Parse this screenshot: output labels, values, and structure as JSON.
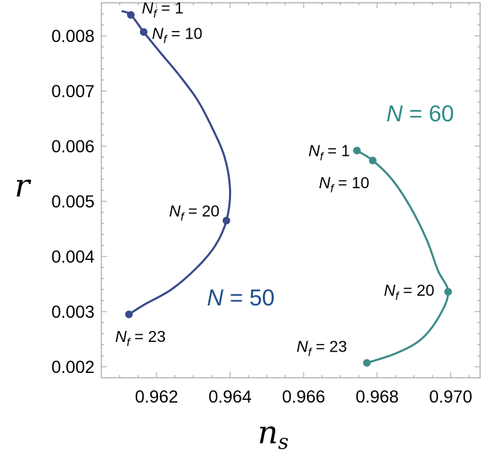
{
  "chart_data": {
    "type": "line",
    "xlabel": "n",
    "xlabel_sub": "s",
    "ylabel": "r",
    "xlim": [
      0.9605,
      0.9708
    ],
    "ylim": [
      0.0018,
      0.0086
    ],
    "xticks": [
      "0.962",
      "0.964",
      "0.966",
      "0.968",
      "0.970"
    ],
    "yticks": [
      "0.002",
      "0.003",
      "0.004",
      "0.005",
      "0.006",
      "0.007",
      "0.008"
    ],
    "grid": false,
    "series": [
      {
        "name": "N = 50",
        "label_parts": [
          "N",
          " = 50"
        ],
        "color": "#3a4a8a",
        "label_color": "#1f4e8c",
        "curve": [
          [
            0.96105,
            0.00845
          ],
          [
            0.9613,
            0.00838
          ],
          [
            0.96165,
            0.00807
          ],
          [
            0.9621,
            0.0077
          ],
          [
            0.9626,
            0.0073
          ],
          [
            0.9631,
            0.00685
          ],
          [
            0.9635,
            0.00635
          ],
          [
            0.96385,
            0.0058
          ],
          [
            0.964,
            0.0052
          ],
          [
            0.9639,
            0.00465
          ],
          [
            0.9636,
            0.0042
          ],
          [
            0.9631,
            0.0038
          ],
          [
            0.9624,
            0.0034
          ],
          [
            0.96165,
            0.00312
          ],
          [
            0.96125,
            0.00295
          ]
        ],
        "points": [
          {
            "x": 0.9613,
            "y": 0.00838,
            "label": "= 1"
          },
          {
            "x": 0.96165,
            "y": 0.00807,
            "label": "= 10"
          },
          {
            "x": 0.9639,
            "y": 0.00465,
            "label": "= 20"
          },
          {
            "x": 0.96125,
            "y": 0.00295,
            "label": "= 23"
          }
        ]
      },
      {
        "name": "N = 60",
        "label_parts": [
          "N",
          " = 60"
        ],
        "color": "#3f8c88",
        "label_color": "#2e8b87",
        "curve": [
          [
            0.96738,
            0.00595
          ],
          [
            0.96745,
            0.00592
          ],
          [
            0.96788,
            0.00574
          ],
          [
            0.9684,
            0.0054
          ],
          [
            0.9689,
            0.0049
          ],
          [
            0.96935,
            0.0043
          ],
          [
            0.96965,
            0.00375
          ],
          [
            0.96993,
            0.00336
          ],
          [
            0.9697,
            0.00293
          ],
          [
            0.9692,
            0.0025
          ],
          [
            0.9685,
            0.00224
          ],
          [
            0.96772,
            0.00207
          ]
        ],
        "points": [
          {
            "x": 0.96745,
            "y": 0.00592,
            "label": "= 1"
          },
          {
            "x": 0.96788,
            "y": 0.00574,
            "label": "= 10"
          },
          {
            "x": 0.96993,
            "y": 0.00336,
            "label": "= 20"
          },
          {
            "x": 0.96772,
            "y": 0.00207,
            "label": "= 23"
          }
        ]
      }
    ],
    "point_label_var": "N",
    "point_label_sub": "f"
  }
}
